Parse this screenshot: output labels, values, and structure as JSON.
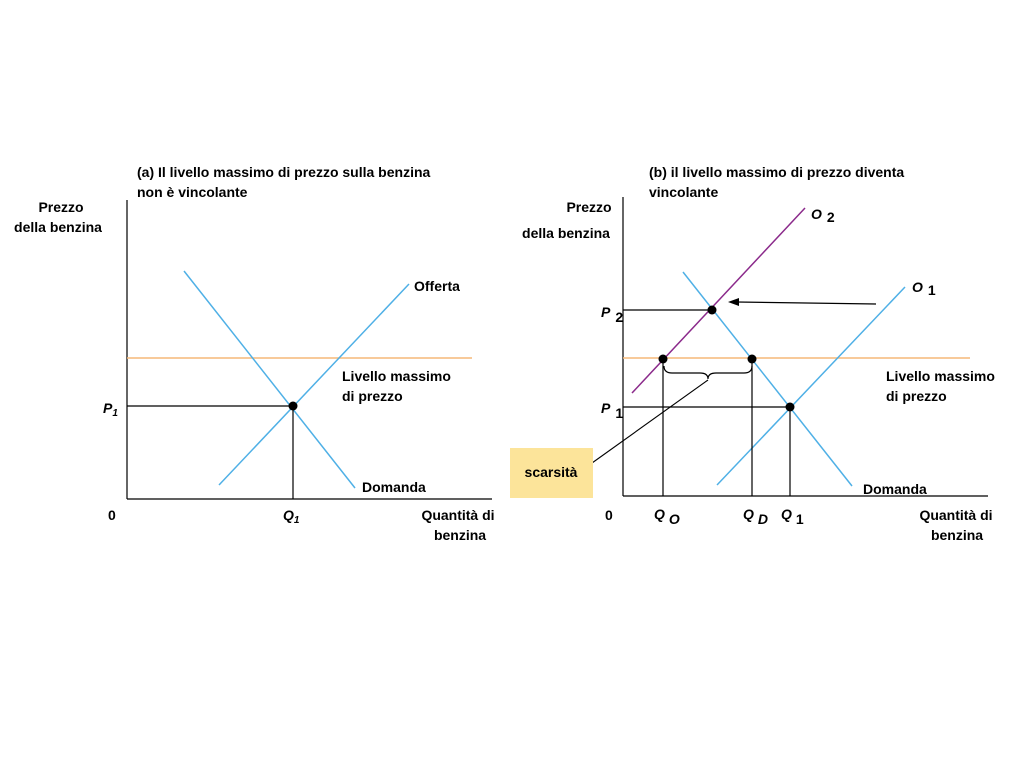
{
  "panel_a": {
    "title_line1": "(a) Il livello massimo di prezzo sulla benzina",
    "title_line2": "non è vincolante",
    "ylabel_line1": "Prezzo",
    "ylabel_line2": "della benzina",
    "xlabel_line1": "Quantità di",
    "xlabel_line2": "benzina",
    "origin": "0",
    "supply_label": "Offerta",
    "demand_label": "Domanda",
    "ceiling_label_line1": "Livello massimo",
    "ceiling_label_line2": "di prezzo",
    "p_letter": "P",
    "p_sub": "1",
    "q_letter": "Q",
    "q_sub": "1"
  },
  "panel_b": {
    "title_line1": "(b) il livello massimo di prezzo diventa",
    "title_line2": "vincolante",
    "ylabel_line1": "Prezzo",
    "ylabel_line2": "della benzina",
    "xlabel_line1": "Quantità di",
    "xlabel_line2": "benzina",
    "origin": "0",
    "demand_label": "Domanda",
    "ceiling_label_line1": "Livello massimo",
    "ceiling_label_line2": "di prezzo",
    "o2_letter": "O",
    "o2_sub": "2",
    "o1_letter": "O",
    "o1_sub": "1",
    "p2_letter": "P",
    "p2_sub": "2",
    "p1_letter": "P",
    "p1_sub": "1",
    "qo_letter": "Q",
    "qo_sub": "O",
    "qd_letter": "Q",
    "qd_sub": "D",
    "q1_letter": "Q",
    "q1_sub": "1",
    "shortage_label": "scarsità"
  },
  "colors": {
    "curves": "#4fb0e6",
    "ceiling": "#f5b878",
    "supply_shifted": "#8b2a8b",
    "shortage_box": "#fce49a",
    "axes": "#000000"
  }
}
